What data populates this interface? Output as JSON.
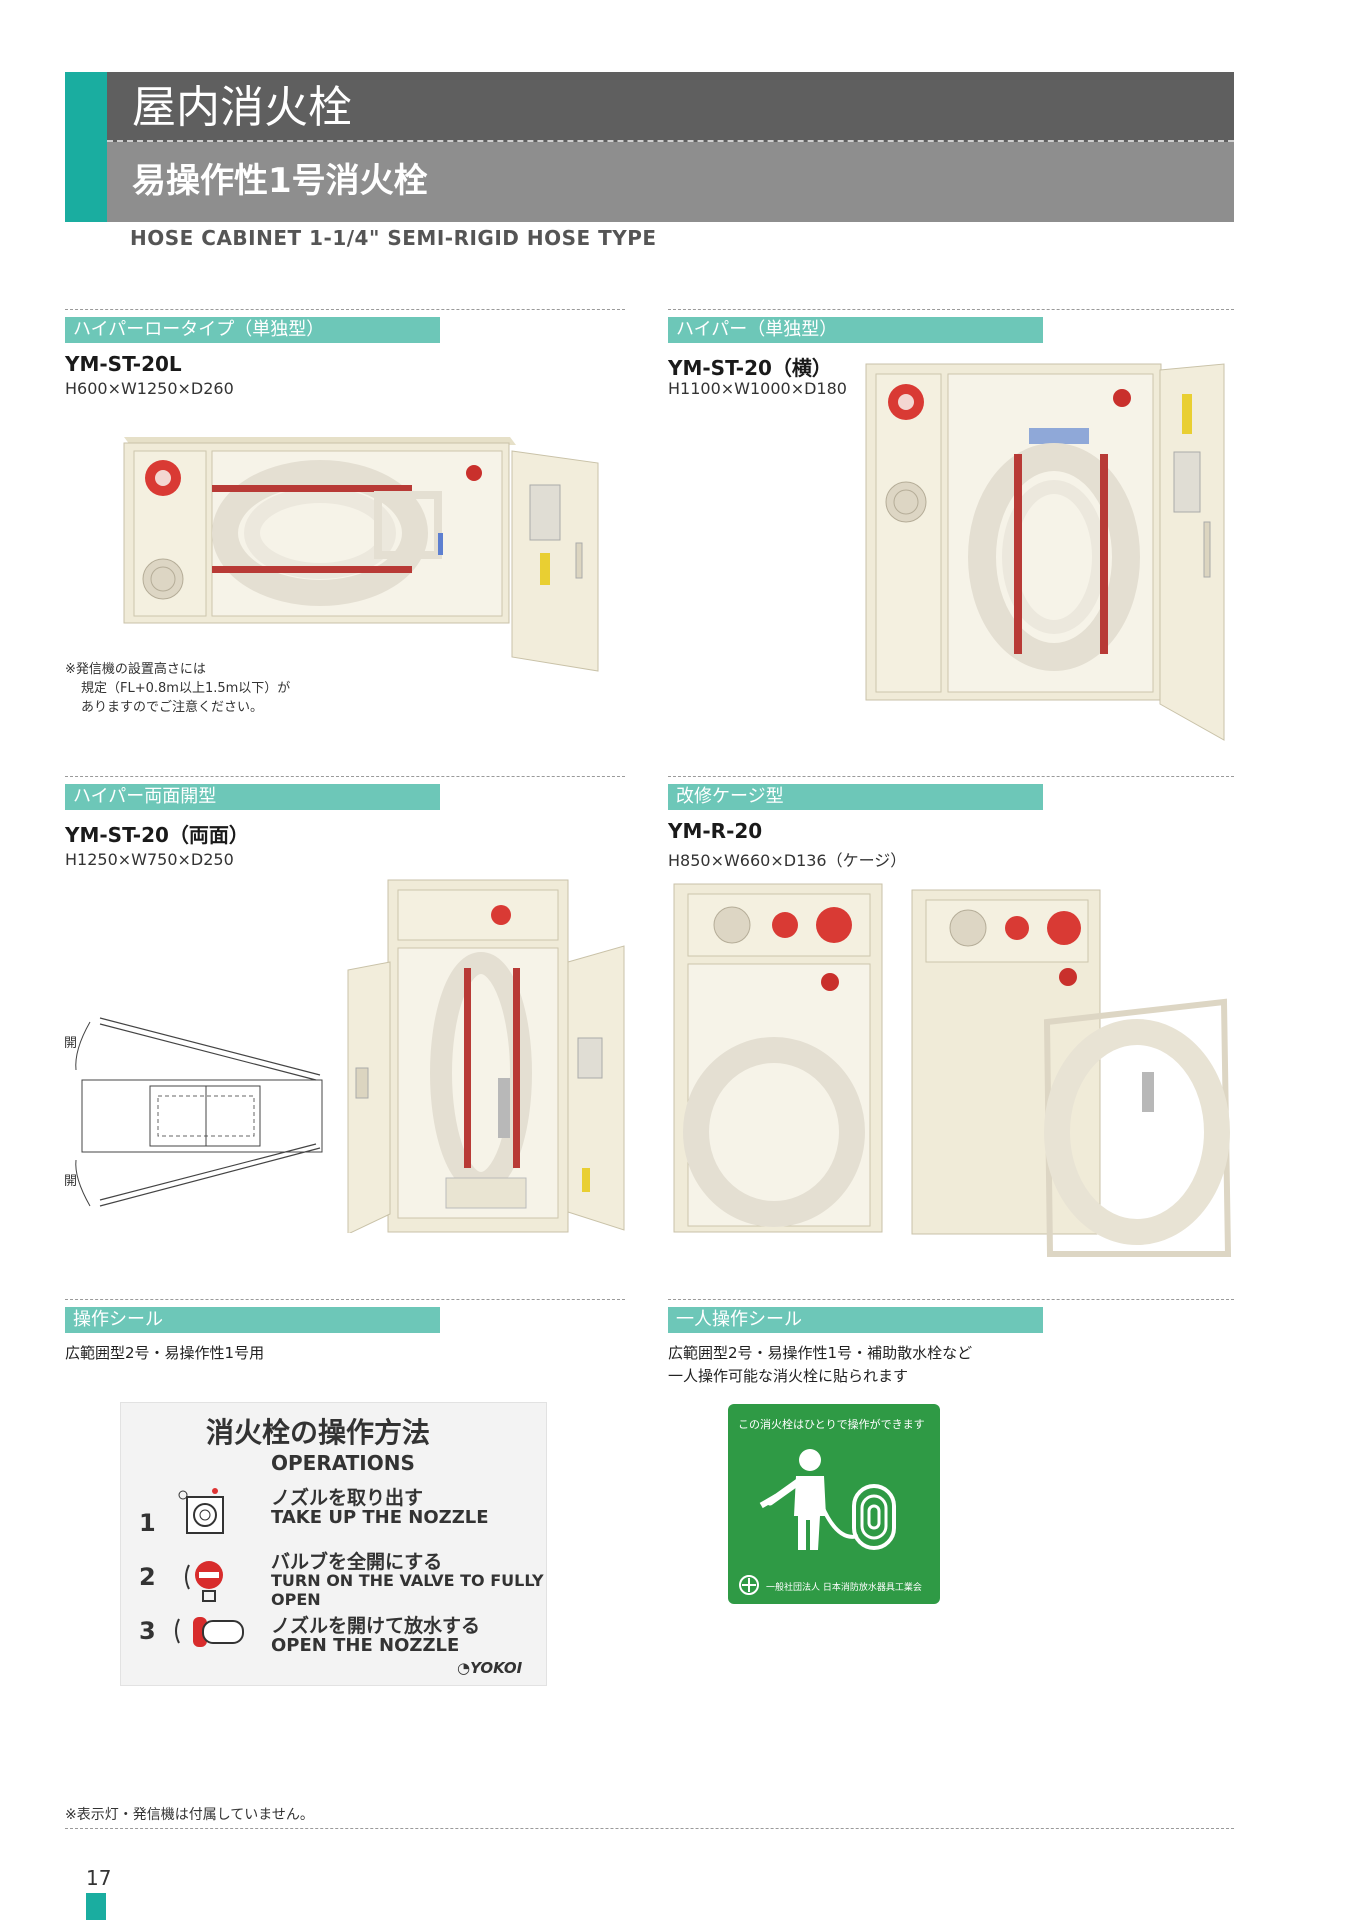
{
  "header": {
    "title": "屋内消火栓",
    "subtitle": "易操作性1号消火栓",
    "english": "HOSE CABINET 1-1/4\" SEMI-RIGID HOSE TYPE"
  },
  "products": [
    {
      "category": "ハイパーロータイプ（単独型）",
      "model": "YM-ST-20L",
      "dims": "H600×W1250×D260"
    },
    {
      "category": "ハイパー（単独型）",
      "model": "YM-ST-20（横）",
      "dims": "H1100×W1000×D180"
    },
    {
      "category": "ハイパー両面開型",
      "model": "YM-ST-20（両面）",
      "dims": "H1250×W750×D250"
    },
    {
      "category": "改修ケージ型",
      "model": "YM-R-20",
      "dims": "H850×W660×D136（ケージ）"
    }
  ],
  "note_transmitter": [
    "※発信機の設置高さには",
    "規定（FL+0.8m以上1.5m以下）が",
    "ありますのでご注意ください。"
  ],
  "diagram_labels": {
    "open_top": "開",
    "open_bottom": "開"
  },
  "seals": [
    {
      "category": "操作シール",
      "description": [
        "広範囲型2号・易操作性1号用"
      ]
    },
    {
      "category": "一人操作シール",
      "description": [
        "広範囲型2号・易操作性1号・補助散水栓など",
        "一人操作可能な消火栓に貼られます"
      ]
    }
  ],
  "operation_seal": {
    "title": "消火栓の操作方法",
    "subtitle": "OPERATIONS",
    "steps": [
      {
        "num": "1",
        "jp": "ノズルを取り出す",
        "en": "TAKE UP THE NOZZLE"
      },
      {
        "num": "2",
        "jp": "バルブを全開にする",
        "en": "TURN ON THE VALVE TO FULLY OPEN"
      },
      {
        "num": "3",
        "jp": "ノズルを開けて放水する",
        "en": "OPEN THE NOZZLE"
      }
    ],
    "brand": "YOKOI"
  },
  "single_seal": {
    "top_text": "この消火栓はひとりで操作ができます",
    "bottom_text": "一般社団法人 日本消防放水器具工業会",
    "color": "#2f9a45"
  },
  "footer": {
    "note": "※表示灯・発信機は付属していません。",
    "page_number": "17"
  },
  "colors": {
    "teal": "#1aada0",
    "section_bar": "#6dc7b8",
    "header_dark": "#5f5f5f",
    "header_light": "#8e8e8e",
    "cabinet": "#f0ebd8",
    "strap": "#b83a36"
  }
}
